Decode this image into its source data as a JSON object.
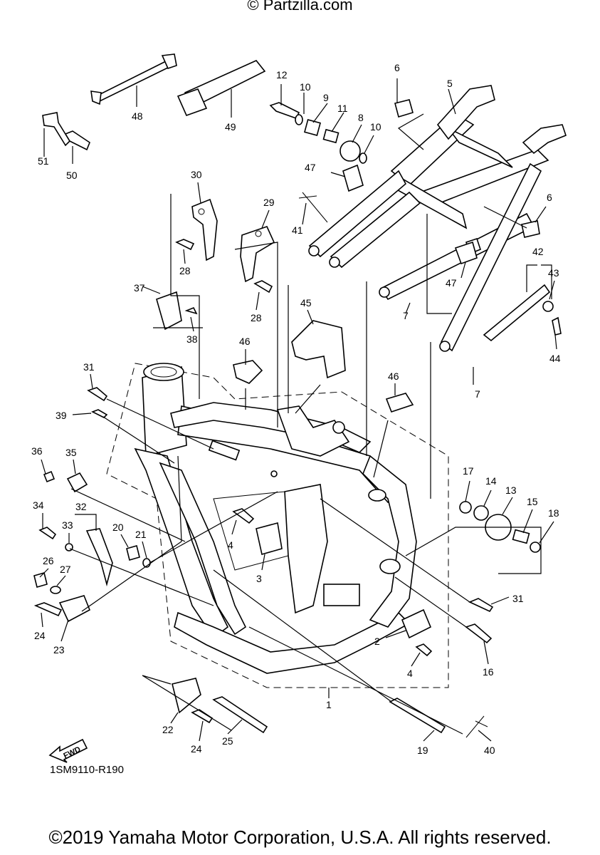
{
  "watermark": "© Partzilla.com",
  "diagram_code": "1SM9110-R190",
  "copyright": "©2019 Yamaha Motor Corporation, U.S.A. All rights reserved.",
  "fwd_label": "FWD",
  "callouts": {
    "c1": "1",
    "c2": "2",
    "c3": "3",
    "c4a": "4",
    "c4b": "4",
    "c5": "5",
    "c6a": "6",
    "c6b": "6",
    "c7a": "7",
    "c7b": "7",
    "c8": "8",
    "c9": "9",
    "c10a": "10",
    "c10b": "10",
    "c11": "11",
    "c12": "12",
    "c13": "13",
    "c14": "14",
    "c15": "15",
    "c16": "16",
    "c17": "17",
    "c18": "18",
    "c19": "19",
    "c20": "20",
    "c21": "21",
    "c22": "22",
    "c23": "23",
    "c24a": "24",
    "c24b": "24",
    "c25": "25",
    "c26": "26",
    "c27": "27",
    "c28a": "28",
    "c28b": "28",
    "c29": "29",
    "c30": "30",
    "c31a": "31",
    "c31b": "31",
    "c32": "32",
    "c33": "33",
    "c34": "34",
    "c35": "35",
    "c36": "36",
    "c37": "37",
    "c38": "38",
    "c39": "39",
    "c40": "40",
    "c41": "41",
    "c42": "42",
    "c43": "43",
    "c44": "44",
    "c45": "45",
    "c46a": "46",
    "c46b": "46",
    "c47a": "47",
    "c47b": "47",
    "c48": "48",
    "c49": "49",
    "c50": "50",
    "c51": "51"
  }
}
